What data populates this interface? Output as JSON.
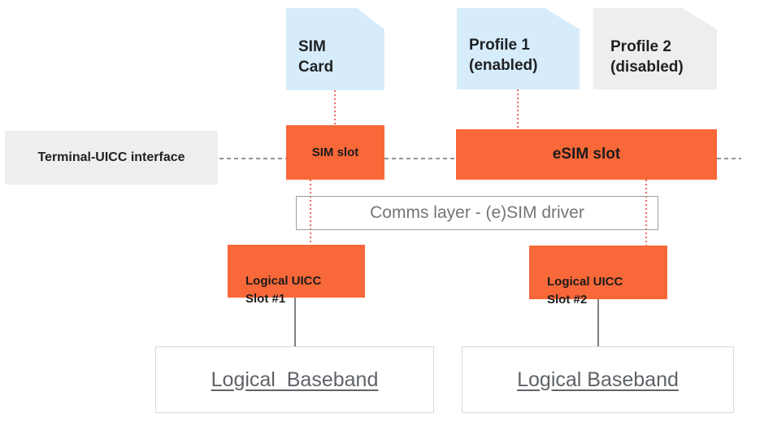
{
  "cards": {
    "sim_card": "SIM\nCard",
    "profile1": "Profile 1\n(enabled)",
    "profile2": "Profile 2\n(disabled)"
  },
  "interface_label": "Terminal-UICC interface",
  "slots": {
    "sim_slot": "SIM slot",
    "esim_slot": "eSIM slot"
  },
  "comms_layer": "Comms layer - (e)SIM driver",
  "logical_slots": {
    "slot1": "Logical UICC\nSlot #1",
    "slot2": "Logical UICC\nSlot #2"
  },
  "basebands": {
    "left": "Logical  Baseband",
    "right": "Logical Baseband"
  },
  "colors": {
    "orange": "#f96838",
    "light_blue": "#d6ecfb",
    "gray": "#eeeeee",
    "dotted_red": "#e53935"
  }
}
